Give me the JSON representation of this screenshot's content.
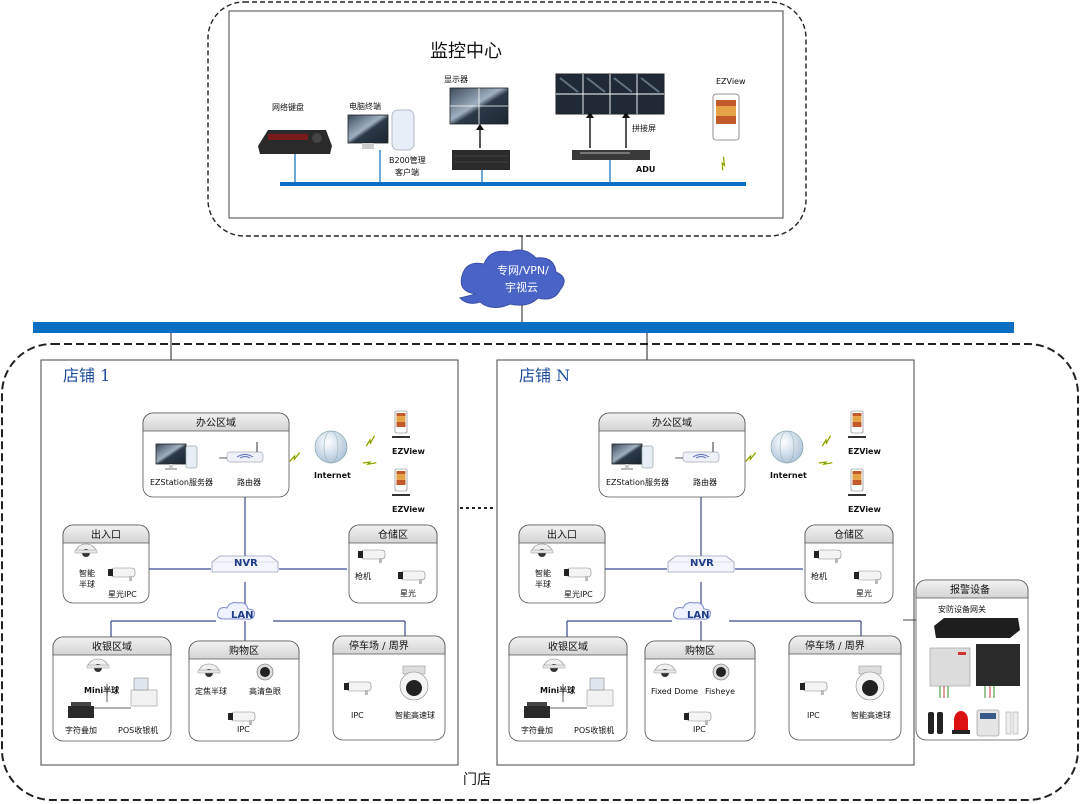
{
  "center": {
    "title": "监控中心",
    "keyboard": "网络键盘",
    "pc": "电脑终端",
    "b200_line1": "B200管理",
    "b200_line2": "客户端",
    "display": "显示器",
    "splice": "拼接屏",
    "adu": "ADU",
    "ezview": "EZView"
  },
  "cloud": {
    "line1": "专网/VPN/",
    "line2": "宇视云"
  },
  "stores": [
    {
      "title": "店铺 1",
      "office": "办公区域",
      "server": "EZStation服务器",
      "router": "路由器",
      "internet": "Internet",
      "ezview": "EZView",
      "nvr": "NVR",
      "lan": "LAN",
      "entrance": "出入口",
      "smart_dome_1": "智能",
      "smart_dome_2": "半球",
      "starlight_ipc": "星光IPC",
      "storage": "仓储区",
      "bullet": "枪机",
      "starlight": "星光",
      "cashier": "收银区域",
      "mini_dome": "Mini半球",
      "char_overlay": "字符叠加",
      "pos": "POS收银机",
      "shopping": "购物区",
      "fixed_dome": "定焦半球",
      "fisheye": "高清鱼眼",
      "ipc": "IPC",
      "parking": "停车场 / 周界",
      "speed_dome": "智能高速球"
    },
    {
      "title": "店铺 N",
      "office": "办公区域",
      "server": "EZStation服务器",
      "router": "路由器",
      "internet": "Internet",
      "ezview": "EZView",
      "nvr": "NVR",
      "lan": "LAN",
      "entrance": "出入口",
      "smart_dome_1": "智能",
      "smart_dome_2": "半球",
      "starlight_ipc": "星光IPC",
      "storage": "仓储区",
      "bullet": "枪机",
      "starlight": "星光",
      "cashier": "收银区域",
      "mini_dome": "Mini半球",
      "char_overlay": "字符叠加",
      "pos": "POS收银机",
      "shopping": "购物区",
      "fixed_dome": "Fixed Dome",
      "fisheye": "Fisheye",
      "ipc": "IPC",
      "parking": "停车场 / 周界",
      "speed_dome": "智能高速球"
    }
  ],
  "alarm": {
    "title": "报警设备",
    "gateway": "安防设备网关"
  },
  "bottom_label": "门店",
  "colors": {
    "bus": "#0a6fc2",
    "cloud": "#4a63c7",
    "box_head": "#e2e2e2",
    "store_title": "#1f4e9c"
  }
}
